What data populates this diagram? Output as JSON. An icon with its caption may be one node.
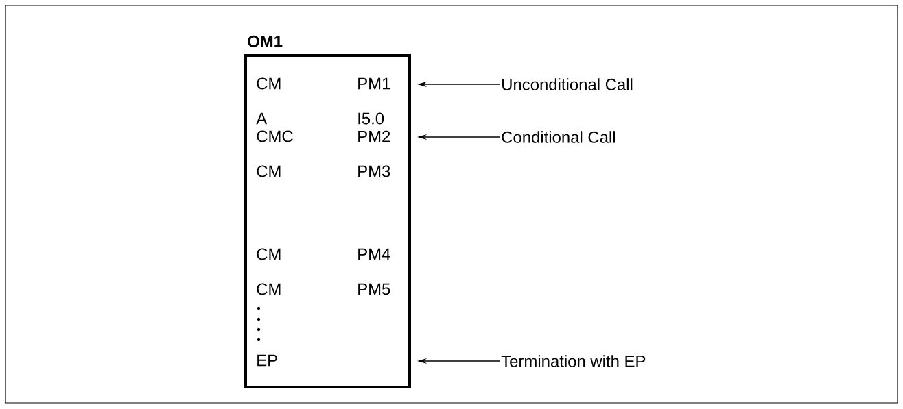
{
  "diagram": {
    "nodes": [
      {
        "text": [
          "OM1"
        ]
      },
      {
        "text": [
          "Unconditional Call"
        ]
      },
      {
        "text": [
          "Conditional Call"
        ]
      },
      {
        "text": [
          "Termination with EP"
        ]
      }
    ],
    "edges": [
      {
        "from": 1,
        "to": 0,
        "arrow": "to"
      },
      {
        "from": 2,
        "to": 0,
        "arrow": "to"
      },
      {
        "from": 3,
        "to": 0,
        "arrow": "to"
      }
    ],
    "labels": [
      "CM",
      "PM1",
      "A",
      "I5.0",
      "CMC",
      "PM2",
      "CM",
      "PM3",
      "CM",
      "PM4",
      "CM",
      "PM5",
      "EP"
    ]
  }
}
